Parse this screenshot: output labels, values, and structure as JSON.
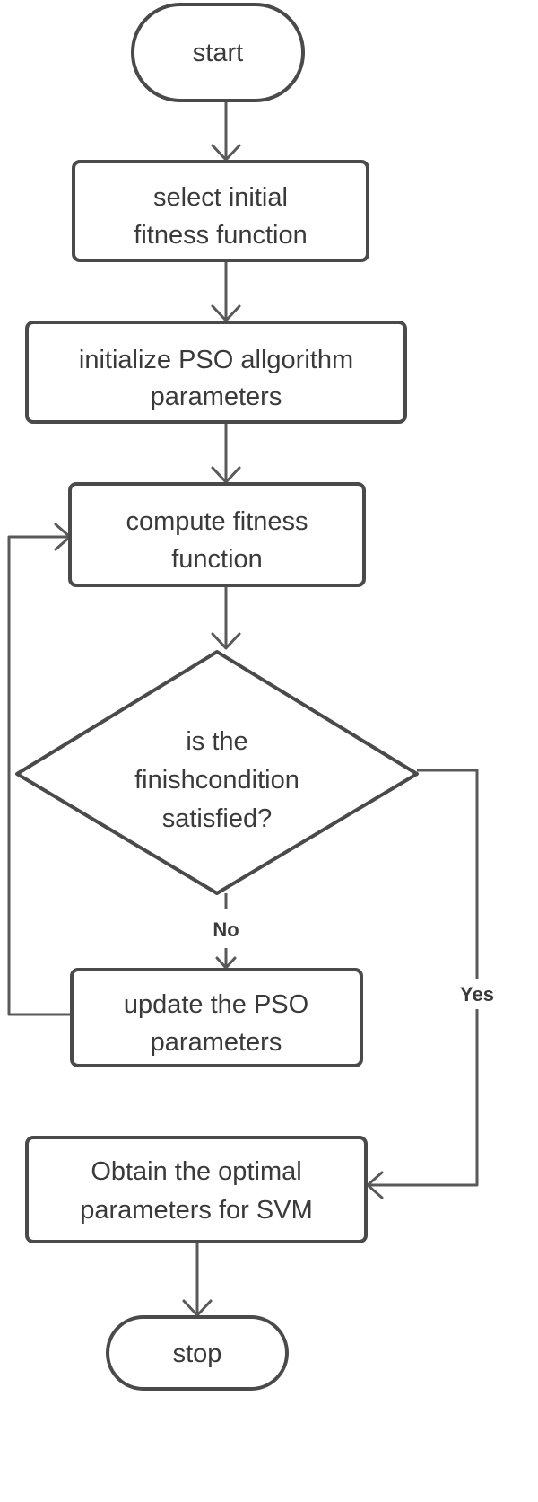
{
  "nodes": {
    "start": {
      "text": "start"
    },
    "select_fitness": {
      "line1": "select  initial",
      "line2": "fitness function"
    },
    "init_pso": {
      "line1": "initialize PSO allgorithm",
      "line2": "parameters"
    },
    "compute_fitness": {
      "line1": "compute fitness",
      "line2": "function"
    },
    "decision": {
      "line1": "is the",
      "line2": "finishcondition",
      "line3": "satisfied?"
    },
    "update_pso": {
      "line1": "update the PSO",
      "line2": "parameters"
    },
    "obtain_params": {
      "line1": "Obtain the optimal",
      "line2": "parameters for SVM"
    },
    "stop": {
      "text": "stop"
    }
  },
  "edge_labels": {
    "no": "No",
    "yes": "Yes"
  }
}
